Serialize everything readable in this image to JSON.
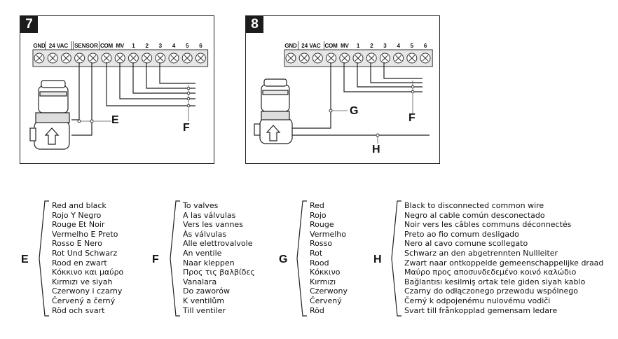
{
  "panel7": {
    "number": "7",
    "terminals": [
      "GND",
      "",
      "",
      "",
      "",
      "COM",
      "MV",
      "1",
      "2",
      "3",
      "4",
      "5",
      "6"
    ],
    "group_labels": {
      "vac": "24 VAC",
      "sensor": "SENSOR"
    },
    "callouts": {
      "e": "E",
      "f": "F"
    }
  },
  "panel8": {
    "number": "8",
    "terminals": [
      "GND",
      "",
      "",
      "COM",
      "MV",
      "1",
      "2",
      "3",
      "4",
      "5",
      "6"
    ],
    "group_labels": {
      "vac": "24 VAC"
    },
    "callouts": {
      "g": "G",
      "f": "F",
      "h": "H"
    }
  },
  "legend": [
    {
      "letter": "E",
      "lines": [
        "Red and black",
        "Rojo Y Negro",
        "Rouge Et Noir",
        "Vermelho E Preto",
        "Rosso E Nero",
        "Rot Und Schwarz",
        "Rood en zwart",
        "Κόκκινο και μαύρο",
        "Kırmızı ve siyah",
        "Czerwony i czarny",
        "Červený a černý",
        "Röd och svart"
      ]
    },
    {
      "letter": "F",
      "lines": [
        "To valves",
        "A las válvulas",
        "Vers les vannes",
        "Às válvulas",
        "Alle elettrovalvole",
        "An ventile",
        "Naar kleppen",
        "Προς τις βαλβίδες",
        "Vanalara",
        "Do zaworów",
        "K ventilům",
        "Till ventiler"
      ]
    },
    {
      "letter": "G",
      "lines": [
        "Red",
        "Rojo",
        "Rouge",
        "Vermelho",
        "Rosso",
        "Rot",
        "Rood",
        "Κόκκινο",
        "Kırmızı",
        "Czerwony",
        "Červený",
        "Röd"
      ]
    },
    {
      "letter": "H",
      "lines": [
        "Black to disconnected common wire",
        "Negro al cable común desconectado",
        "Noir vers les câbles communs déconnectés",
        "Preto ao fio comum desligado",
        "Nero al cavo comune scollegato",
        "Schwarz an den abgetrennten Nullleiter",
        "Zwart naar ontkoppelde gemeenschappelijke draad",
        "Μαύρο προς αποσυνδεδεμένο κοινό καλώδιο",
        "Bağlantısı kesilmiş ortak tele giden siyah kablo",
        "Czarny do odłączonego przewodu wspólnego",
        "Černý k odpojenému nulovému vodiči",
        "Svart till frånkopplad gemensam ledare"
      ]
    }
  ]
}
